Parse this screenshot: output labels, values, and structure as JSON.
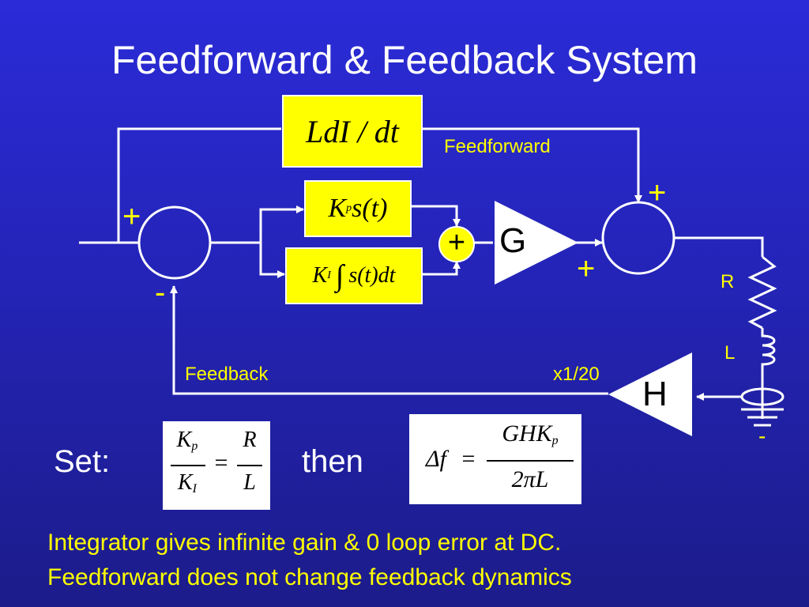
{
  "title": "Feedforward & Feedback System",
  "blocks": {
    "feedforward_block": "LdI / dt",
    "proportional_block": "K",
    "proportional_sub": "p",
    "proportional_arg": "s(t)",
    "integral_block_k": "K",
    "integral_sub": "I",
    "integral_sym": "∫",
    "integral_arg": "s(t)dt",
    "summer_plus": "+",
    "amplifier": "G",
    "sensor": "H"
  },
  "labels": {
    "feedforward": "Feedforward",
    "feedback": "Feedback",
    "scale": "x1/20",
    "resistor": "R",
    "inductor": "L"
  },
  "signs": {
    "left_plus": "+",
    "left_minus": "-",
    "right_top_plus": "+",
    "right_bottom_plus": "+",
    "ground_minus": "-"
  },
  "equations": {
    "set_label": "Set:",
    "then_label": "then",
    "eq1": {
      "kp": "K",
      "kp_sub": "p",
      "ki": "K",
      "ki_sub": "I",
      "eq": "=",
      "r": "R",
      "l": "L"
    },
    "eq2": {
      "delta_f": "Δf",
      "eq": "=",
      "num": "GHK",
      "num_sub": "p",
      "den": "2πL"
    }
  },
  "notes": [
    "Integrator  gives infinite gain & 0 loop error at DC.",
    "Feedforward does not change feedback dynamics"
  ]
}
